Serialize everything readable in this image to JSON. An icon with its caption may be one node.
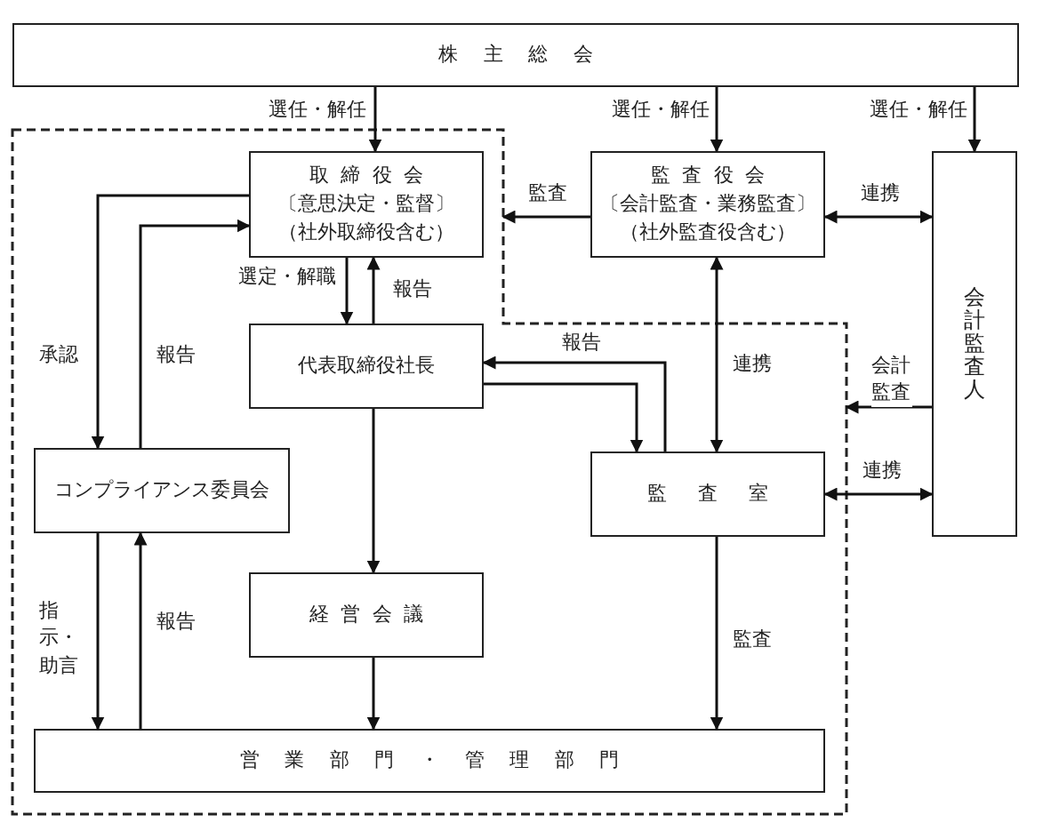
{
  "diagram": {
    "nodes": [
      {
        "text": [
          "株主総会"
        ]
      },
      {
        "text": [],
        "shape": "box"
      },
      {
        "text": [
          "取締役会",
          "〔意思決定・監督〕",
          "（社外取締役含む）"
        ],
        "in": 1
      },
      {
        "text": [
          "監査役会",
          "〔会計監査・業務監査〕",
          "（社外監査役含む）"
        ]
      },
      {
        "text": [
          "会計監査人"
        ]
      },
      {
        "text": [
          "代表取締役社長"
        ],
        "in": 1
      },
      {
        "text": [
          "コンプライアンス委員会"
        ],
        "in": 1
      },
      {
        "text": [
          "監査室"
        ],
        "in": 1
      },
      {
        "text": [
          "経営会議"
        ],
        "in": 1
      },
      {
        "text": [
          "営業部門・管理部門"
        ],
        "in": 1
      }
    ],
    "edges": [
      {
        "from": 0,
        "to": 2,
        "arrow": "to",
        "label": "選任・解任"
      },
      {
        "from": 0,
        "to": 3,
        "arrow": "to",
        "label": "選任・解任"
      },
      {
        "from": 0,
        "to": 4,
        "arrow": "to",
        "label": "選任・解任"
      },
      {
        "from": 3,
        "to": 1,
        "arrow": "to",
        "label": "監査"
      },
      {
        "from": 3,
        "to": 4,
        "arrow": "both",
        "label": "連携"
      },
      {
        "from": 2,
        "to": 6,
        "arrow": "to",
        "label": "承認"
      },
      {
        "from": 6,
        "to": 2,
        "arrow": "to",
        "label": "報告"
      },
      {
        "from": 2,
        "to": 5,
        "arrow": "to",
        "label": "選定・解職"
      },
      {
        "from": 5,
        "to": 2,
        "arrow": "to",
        "label": "報告"
      },
      {
        "from": 7,
        "to": 3,
        "arrow": "both",
        "label": "連携"
      },
      {
        "from": 7,
        "to": 5,
        "arrow": "to",
        "label": "報告"
      },
      {
        "from": 5,
        "to": 7,
        "arrow": "to"
      },
      {
        "from": 4,
        "to": 1,
        "arrow": "to",
        "label": "会計監査"
      },
      {
        "from": 7,
        "to": 4,
        "arrow": "both",
        "label": "連携"
      },
      {
        "from": 5,
        "to": 8,
        "arrow": "to"
      },
      {
        "from": 8,
        "to": 9,
        "arrow": "to"
      },
      {
        "from": 6,
        "to": 9,
        "arrow": "to",
        "label": "指示・助言"
      },
      {
        "from": 9,
        "to": 6,
        "arrow": "to",
        "label": "報告"
      },
      {
        "from": 7,
        "to": 9,
        "arrow": "to",
        "label": "監査"
      }
    ]
  }
}
